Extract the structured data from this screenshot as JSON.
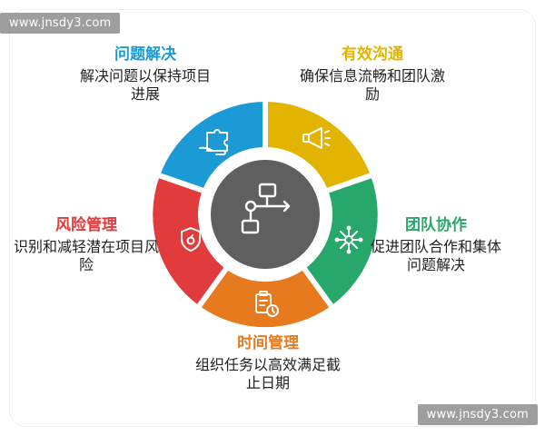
{
  "watermark": {
    "top": "www.jnsdy3.com",
    "bottom": "www.jnsdy3.com"
  },
  "segments": {
    "problem": {
      "title": "问题解决",
      "desc": "解决问题以保持项目进展",
      "color": "#1c9ad6",
      "icon": "puzzle-hand-icon"
    },
    "communication": {
      "title": "有效沟通",
      "desc": "确保信息流畅和团队激励",
      "color": "#e2b400",
      "icon": "megaphone-icon"
    },
    "teamwork": {
      "title": "团队协作",
      "desc": "促进团队合作和集体问题解决",
      "color": "#27a86a",
      "icon": "network-icon"
    },
    "time": {
      "title": "时间管理",
      "desc": "组织任务以高效满足截止日期",
      "color": "#e77a1f",
      "icon": "clipboard-clock-icon"
    },
    "risk": {
      "title": "风险管理",
      "desc": "识别和减轻潜在项目风险",
      "color": "#e23b3b",
      "icon": "shield-alert-icon"
    }
  },
  "center": {
    "icon": "flowchart-icon",
    "color": "#5f5f5f"
  }
}
